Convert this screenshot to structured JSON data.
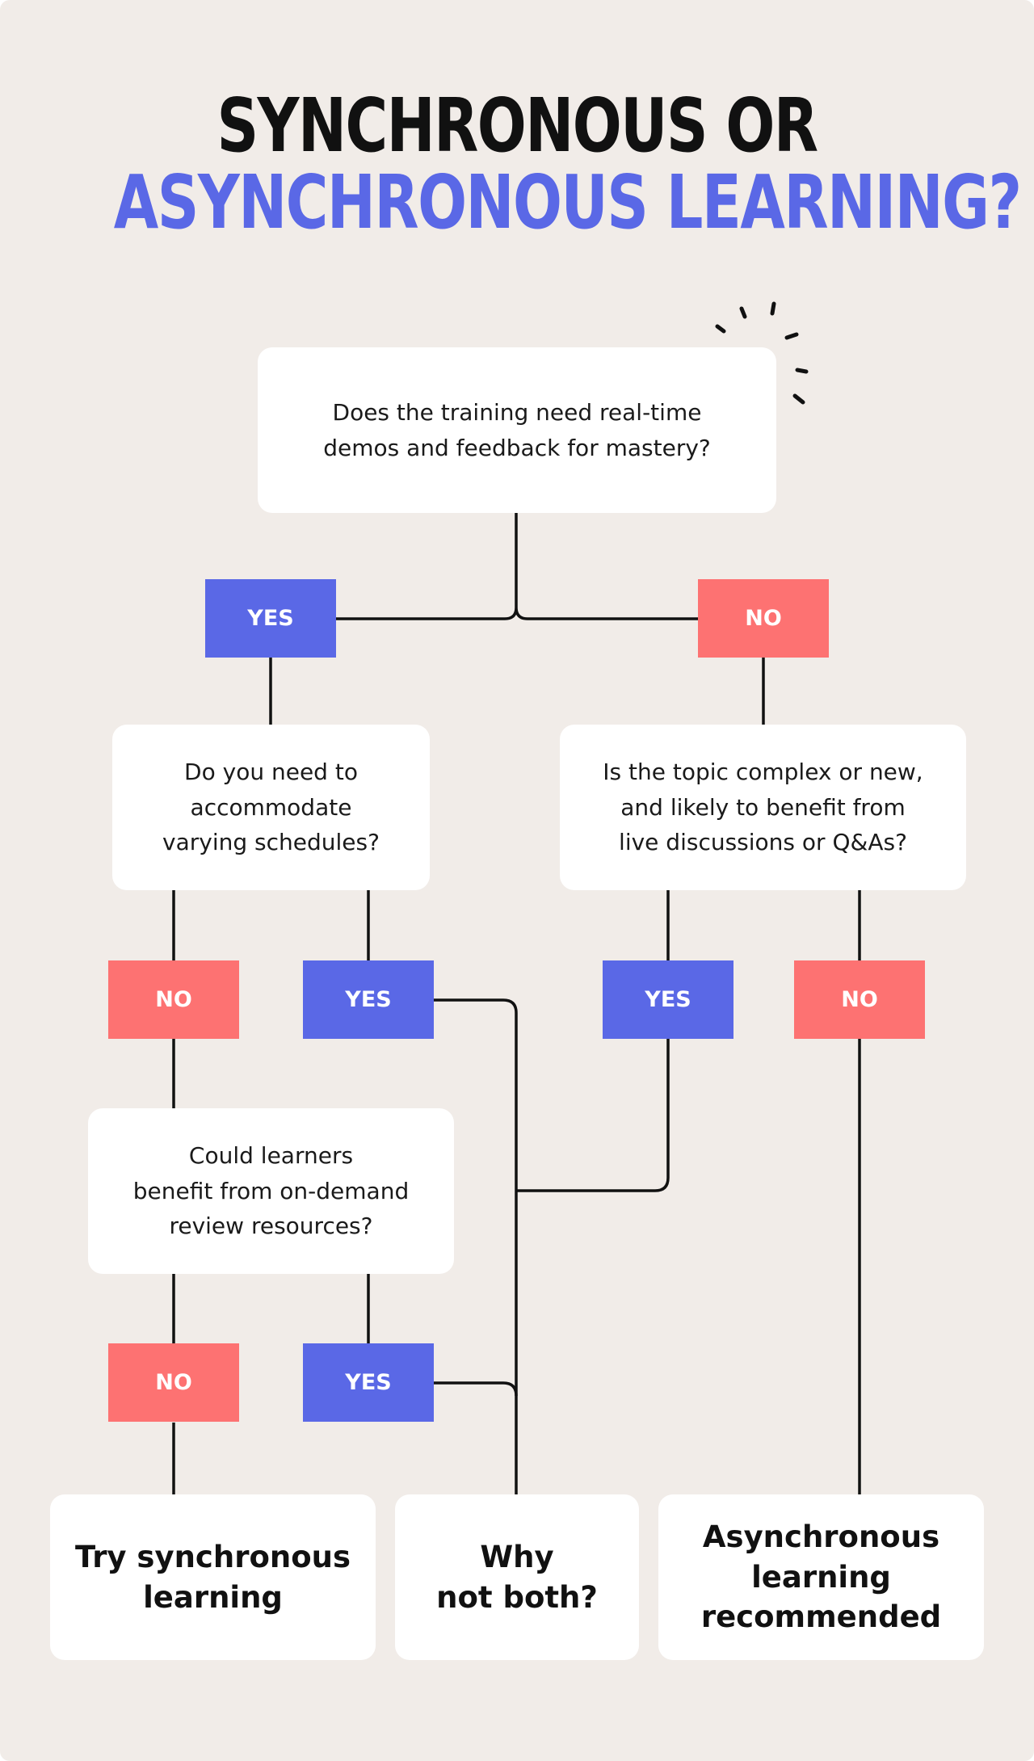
{
  "title": {
    "line1": "SYNCHRONOUS OR",
    "line2": "ASYNCHRONOUS LEARNING?"
  },
  "colors": {
    "background": "#f1ece8",
    "yes": "#5a68e6",
    "no": "#fd7272",
    "title_accent": "#5a68e6",
    "line": "#111111"
  },
  "questions": {
    "q1": "Does the training need real-time\ndemos and feedback for mastery?",
    "q2": "Do you need to\naccommodate\nvarying schedules?",
    "q3": "Is the topic complex or new,\nand likely to benefit from\nlive discussions or Q&As?",
    "q4": "Could learners\nbenefit from on-demand\nreview resources?"
  },
  "labels": {
    "yes": "YES",
    "no": "NO"
  },
  "outcomes": {
    "sync": "Try synchronous\nlearning",
    "both": "Why\nnot both?",
    "async": "Asynchronous\nlearning\nrecommended"
  }
}
